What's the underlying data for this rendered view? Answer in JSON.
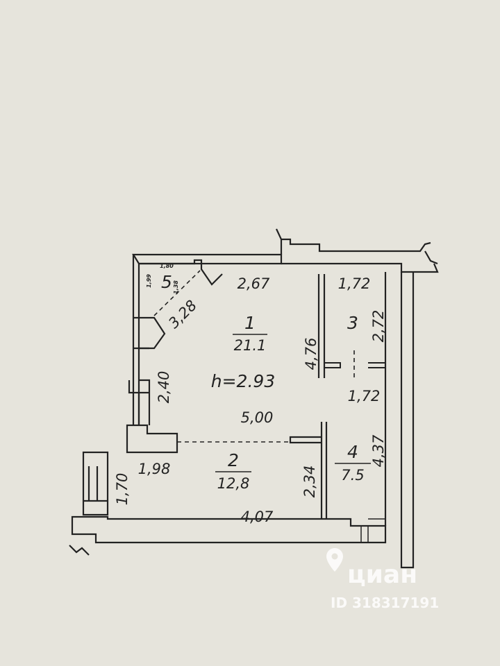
{
  "ceiling_height": "h=2.93",
  "rooms": [
    {
      "id": "1",
      "area": "21.1"
    },
    {
      "id": "2",
      "area": "12,8"
    },
    {
      "id": "3"
    },
    {
      "id": "4",
      "area": "7.5"
    },
    {
      "id": "5",
      "small_dims": [
        "1,80",
        "1,99",
        "1,38"
      ]
    }
  ],
  "dimensions": {
    "d_267": "2,67",
    "d_172_top": "1,72",
    "d_272": "2,72",
    "d_328": "3,28",
    "d_476": "4,76",
    "d_240": "2,40",
    "d_172_mid": "1,72",
    "d_500": "5,00",
    "d_437": "4,37",
    "d_198": "1,98",
    "d_170": "1,70",
    "d_234": "2,34",
    "d_407": "4,07"
  },
  "watermark": {
    "brand": "циан",
    "id_text": "ID 318317191"
  },
  "colors": {
    "paper": "#e6e4dc",
    "ink": "#222222",
    "watermark": "#ffffff"
  }
}
